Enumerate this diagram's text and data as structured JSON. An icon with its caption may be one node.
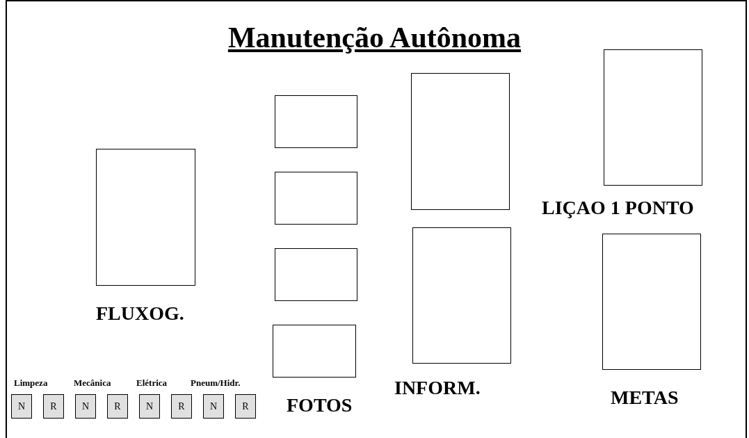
{
  "diagram": {
    "title": "Manutenção Autônoma",
    "nodes": [
      {
        "text": [],
        "shape": "box"
      },
      {
        "text": [],
        "shape": "box"
      },
      {
        "text": [],
        "shape": "box"
      },
      {
        "text": [],
        "shape": "box"
      },
      {
        "text": [],
        "shape": "box"
      },
      {
        "text": [],
        "shape": "box"
      },
      {
        "text": [],
        "shape": "box"
      },
      {
        "text": [],
        "shape": "box"
      },
      {
        "text": [],
        "shape": "box"
      },
      {
        "text": [
          "N"
        ]
      },
      {
        "text": [
          "R"
        ]
      },
      {
        "text": [
          "N"
        ]
      },
      {
        "text": [
          "R"
        ]
      },
      {
        "text": [
          "N"
        ]
      },
      {
        "text": [
          "R"
        ]
      },
      {
        "text": [
          "N"
        ]
      },
      {
        "text": [
          "R"
        ]
      }
    ],
    "edges": [],
    "labels": [
      "LIÇAO 1 PONTO",
      "FLUXOG.",
      "Limpeza",
      "Mecânica",
      "Elétrica",
      "Pneum/Hidr.",
      "INFORM.",
      "METAS",
      "FOTOS"
    ]
  }
}
